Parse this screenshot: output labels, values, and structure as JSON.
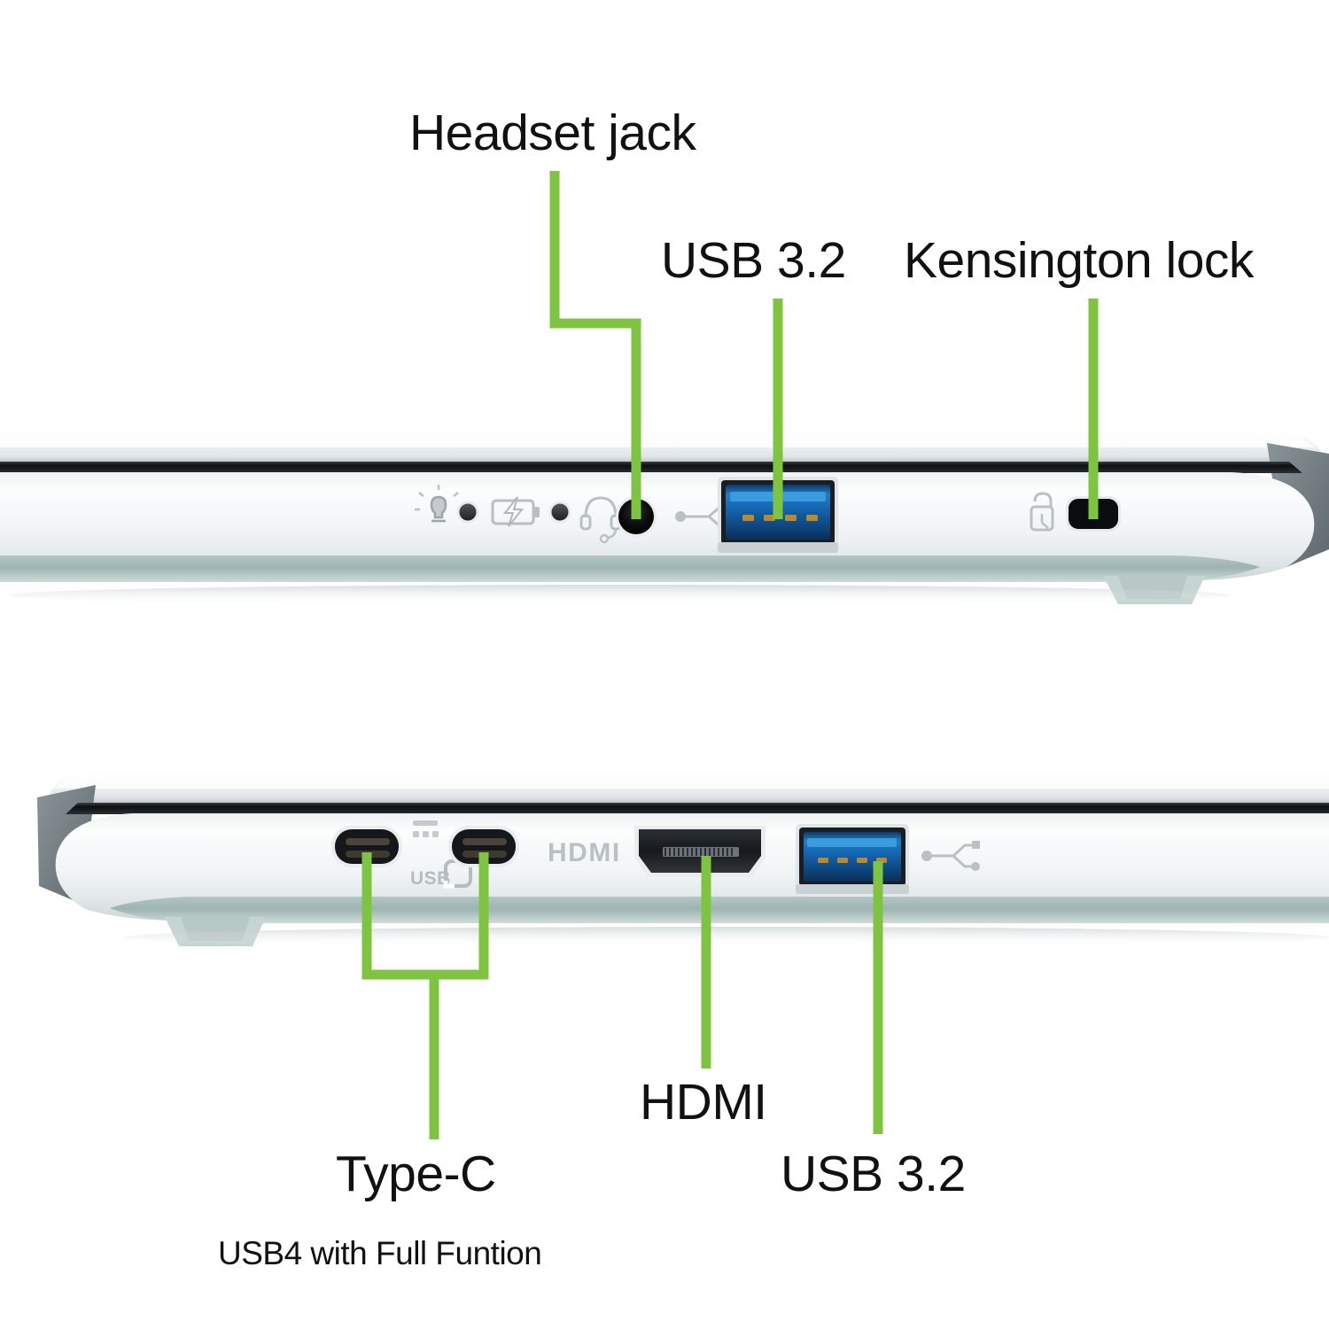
{
  "figure": {
    "title_absent": true,
    "accent_color": "#7ec441",
    "background": "#ffffff",
    "device": "laptop side profile port diagram",
    "views": [
      {
        "id": "top-view",
        "description": "right-side profile of laptop",
        "features": [
          {
            "name": "power-indicator-icon",
            "label": "power indicator"
          },
          {
            "name": "power-led",
            "label": "power LED"
          },
          {
            "name": "battery-indicator-icon",
            "label": "battery charging indicator"
          },
          {
            "name": "battery-led",
            "label": "battery LED"
          },
          {
            "name": "headset-icon",
            "label": "headset"
          },
          {
            "name": "headset-jack-port",
            "label": "Headset jack"
          },
          {
            "name": "usb-trident-icon",
            "label": "USB"
          },
          {
            "name": "usb-a-port",
            "label": "USB 3.2"
          },
          {
            "name": "kensington-icon",
            "label": "Kensington"
          },
          {
            "name": "kensington-lock-slot",
            "label": "Kensington lock"
          }
        ]
      },
      {
        "id": "bottom-view",
        "description": "left-side profile of laptop",
        "features": [
          {
            "name": "usb-c-port-1",
            "label": "Type-C"
          },
          {
            "name": "usb4-logo",
            "label": "USB4"
          },
          {
            "name": "usb-c-port-2",
            "label": "Type-C"
          },
          {
            "name": "hdmi-text-marking",
            "label": "HDMI"
          },
          {
            "name": "hdmi-port",
            "label": "HDMI"
          },
          {
            "name": "usb-a-port",
            "label": "USB 3.2"
          },
          {
            "name": "usb-trident-icon",
            "label": "USB"
          }
        ]
      }
    ]
  },
  "labels": {
    "headset_jack": "Headset jack",
    "usb32_top": "USB 3.2",
    "kensington_lock": "Kensington lock",
    "type_c": "Type-C",
    "type_c_sub": "USB4 with Full Funtion",
    "hdmi": "HDMI",
    "usb32_bottom": "USB 3.2"
  },
  "markings": {
    "hdmi_silkscreen": "HDMI",
    "usb4_silkscreen": "USB"
  },
  "colors": {
    "callout_green": "#7ec441",
    "usb_port_blue": "#1569b5",
    "usb_port_blue_deep": "#0b3f74",
    "chassis_white": "#f4f6f7",
    "chassis_shadow": "#c8ced2",
    "bottom_edge_teal": "#9fb6b4",
    "seam_black": "#141619",
    "text_black": "#111111"
  }
}
